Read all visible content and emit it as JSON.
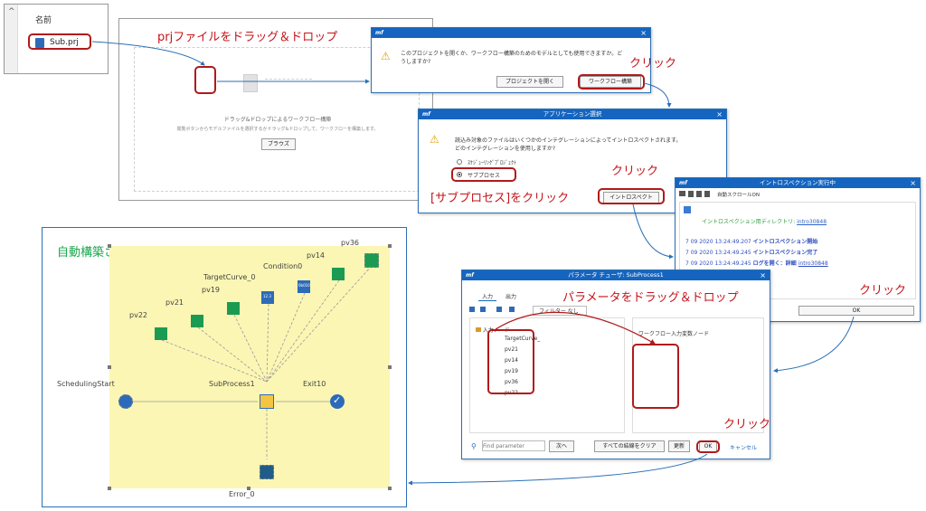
{
  "explorer": {
    "column_header": "名前",
    "file_name": "Sub.prj"
  },
  "dropzone": {
    "title": "ドラッグ&ドロップによるワークフロー構築",
    "desc": "閲覧ボタンからモデルファイルを選択するかドラッグ&ドロップして、ワークフローを構築します。",
    "browse_button": "ブラウズ"
  },
  "dialog1": {
    "logo": "mf",
    "message": "このプロジェクトを開くか、ワークフロー構築のためのモデルとしても使用できますか。どうしますか?",
    "open_button": "プロジェクトを開く",
    "workflow_button": "ワークフロー構築"
  },
  "dialog2": {
    "title": "アプリケーション選択",
    "logo": "mf",
    "message1": "読込み対象のファイルはいくつかのインテグレーションによってイントロスペクトされます。",
    "message2": "どのインテグレーションを使用しますか?",
    "option1": "ｽｹｼﾞｭｰﾘﾝｸﾞﾌﾟﾛｼﾞｪｸﾄ",
    "option2": "サブプロセス",
    "introspect_button": "イントロスペクト"
  },
  "dialog3": {
    "title": "イントロスペクション実行中",
    "logo": "mf",
    "toolbar_label": "自動スクロールON",
    "dir_label": "イントロスペクション用ディレクトリ: ",
    "dir_link": "intro30848",
    "log1_time": "7 09 2020 13:24:49.207",
    "log1_text": "イントロスペクション開始",
    "log2_time": "7 09 2020 13:24:49.245",
    "log2_text": "イントロスペクション完了",
    "log3_time": "7 09 2020 13:24:49.245",
    "log3_text": "ログを開く：詳細 ",
    "log3_link": "intro30848",
    "ok_button": "OK"
  },
  "dialog4": {
    "title": "パラメータ チューザ: SubProcess1",
    "tab_input": "入力",
    "tab_output": "出力",
    "filter_label": "フィルター なし",
    "tree_root": "入力ノード",
    "tree_items": [
      "TargetCurve_",
      "pv21",
      "pv14",
      "pv19",
      "pv36",
      "pv22"
    ],
    "right_header": "ワークフロー入力変数ノード",
    "search_placeholder": "Find parameter",
    "next_button": "次へ",
    "clear_button": "すべての結線をクリア",
    "update_button": "更新",
    "ok_button": "OK",
    "cancel_button": "キャンセル"
  },
  "annotations": {
    "drag_prj": "prjファイルをドラッグ＆ドロップ",
    "click1": "クリック",
    "click2": "クリック",
    "click_subprocess": "[サブプロセス]をクリック",
    "click3": "クリック",
    "drag_params": "パラメータをドラッグ＆ドロップ",
    "click4": "クリック"
  },
  "workflow": {
    "title": "自動構築されたワークフロー",
    "nodes": {
      "pv36": "pv36",
      "pv14": "pv14",
      "condition0": "Condition0",
      "targetcurve": "TargetCurve_0",
      "pv19": "pv19",
      "pv21": "pv21",
      "pv22": "pv22",
      "scheduling_start": "SchedulingStart",
      "subprocess1": "SubProcess1",
      "exit10": "Exit10",
      "error": "Error_0"
    },
    "tags": {
      "condition0": "0b010",
      "targetcurve": "12.3"
    }
  },
  "colors": {
    "accent_red": "#b01a1a",
    "title_blue": "#1565c0",
    "canvas_yellow": "#fbf6b4",
    "workflow_title_green": "#19a64b"
  }
}
